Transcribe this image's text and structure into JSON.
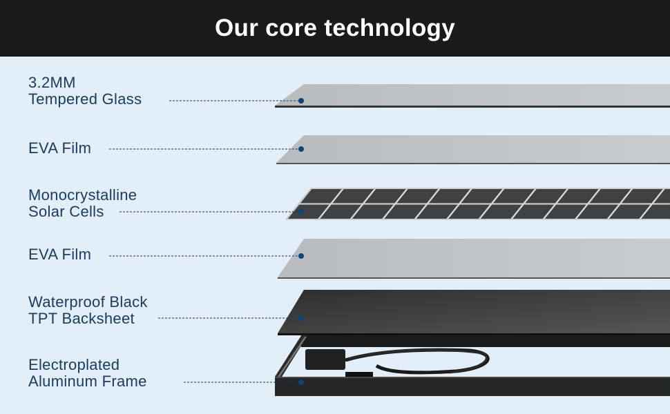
{
  "header": {
    "title": "Our core technology"
  },
  "layers": [
    {
      "line1": "3.2MM",
      "line2": "Tempered Glass"
    },
    {
      "line1": "EVA Film",
      "line2": ""
    },
    {
      "line1": "Monocrystalline",
      "line2": "Solar Cells"
    },
    {
      "line1": "EVA Film",
      "line2": ""
    },
    {
      "line1": "Waterproof Black",
      "line2": "TPT Backsheet"
    },
    {
      "line1": "Electroplated",
      "line2": "Aluminum Frame"
    }
  ],
  "colors": {
    "background": "#e2eef8",
    "header": "#1a1a1a",
    "label": "#1b3b63",
    "dot": "#0d4577"
  }
}
